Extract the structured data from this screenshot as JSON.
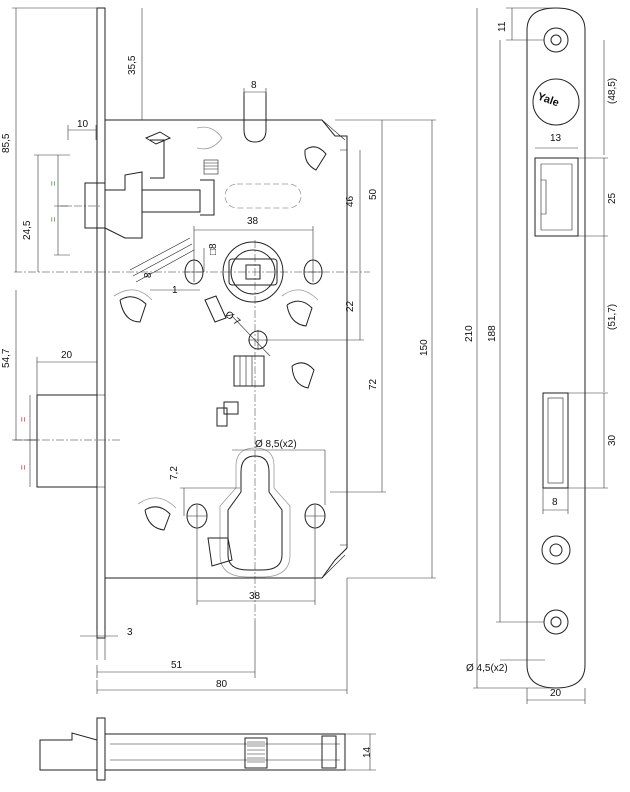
{
  "brand": "Yale",
  "colors": {
    "equal_green": "#2a8a2a",
    "equal_red": "#c22222"
  },
  "dims": {
    "d85_5": "85,5",
    "d35_5": "35,5",
    "d10": "10",
    "d8_top": "8",
    "d24_5": "24,5",
    "d38_top": "38",
    "d8_square": "□8",
    "d8_spindle": "8",
    "d1": "1",
    "d7": "Ø 7",
    "d54_7": "54,7",
    "d20_bolt": "20",
    "d46": "46",
    "d50": "50",
    "d22": "22",
    "d72": "72",
    "d150": "150",
    "d8_5": "Ø 8,5(x2)",
    "d7_2": "7,2",
    "d38_bottom": "38",
    "d3": "3",
    "d51": "51",
    "d80": "80",
    "d14": "14",
    "d11": "11",
    "d48_5": "(48,5)",
    "d13": "13",
    "d25": "25",
    "d51_7": "(51,7)",
    "d30": "30",
    "d8_strike": "8",
    "d210": "210",
    "d188": "188",
    "d4_5": "Ø 4,5(x2)",
    "d20_plate": "20"
  },
  "equal_marks": {
    "eq": "="
  }
}
